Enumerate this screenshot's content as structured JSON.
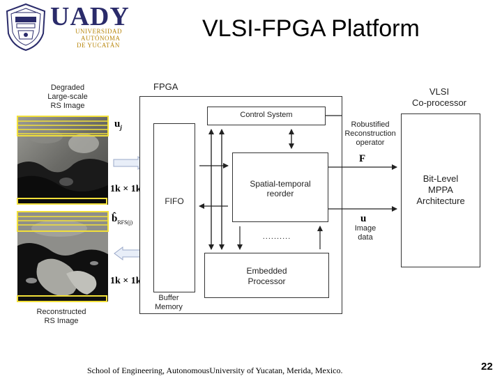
{
  "logo": {
    "wordmark": "UADY",
    "sub_line1": "UNIVERSIDAD",
    "sub_line2": "AUTÓNOMA",
    "sub_line3": "DE YUCATÁN"
  },
  "slide": {
    "title": "VLSI-FPGA Platform",
    "footer": "School of Engineering, AutonomousUniversity of Yucatan, Merida, Mexico.",
    "page_number": "22"
  },
  "diagram": {
    "degraded_caption": [
      "Degraded",
      "Large-scale",
      "RS Image"
    ],
    "reconstructed_caption": [
      "Reconstructed",
      "RS Image"
    ],
    "u_j_label": "u",
    "u_j_sub": "j",
    "window_label_top": "1k × 1k",
    "b_label": "b̂",
    "b_sub": "RFS(j)",
    "window_label_bottom": "1k × 1k",
    "fpga_label": "FPGA",
    "fifo_label": "FIFO",
    "buffer_memory_label": [
      "Buffer",
      "Memory"
    ],
    "control_system_label": "Control System",
    "spatial_temporal_label": [
      "Spatial-temporal",
      "reorder"
    ],
    "dots": "..........",
    "embedded_processor_label": [
      "Embedded",
      "Processor"
    ],
    "robustified_label": [
      "Robustified",
      "Reconstruction",
      "operator"
    ],
    "F_label": "F",
    "u_label": "u",
    "image_data_label": [
      "Image",
      "data"
    ],
    "vlsi_label": [
      "VLSI",
      "Co-processor"
    ],
    "bitlevel_label": [
      "Bit-Level",
      "MPPA",
      "Architecture"
    ]
  }
}
